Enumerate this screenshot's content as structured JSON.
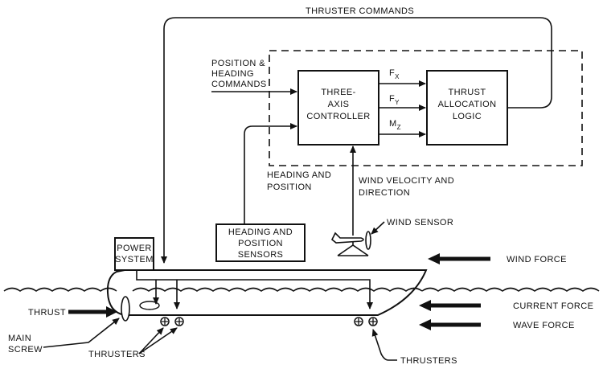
{
  "labels": {
    "thruster_commands": "THRUSTER COMMANDS",
    "position_heading_commands": [
      "POSITION &",
      "HEADING",
      "COMMANDS"
    ],
    "three_axis_controller": [
      "THREE-",
      "AXIS",
      "CONTROLLER"
    ],
    "thrust_allocation_logic": [
      "THRUST",
      "ALLOCATION",
      "LOGIC"
    ],
    "fx": {
      "main": "F",
      "sub": "X"
    },
    "fy": {
      "main": "F",
      "sub": "Y"
    },
    "mz": {
      "main": "M",
      "sub": "Z"
    },
    "heading_and_position": [
      "HEADING AND",
      "POSITION"
    ],
    "wind_velocity_direction": [
      "WIND VELOCITY AND",
      "DIRECTION"
    ],
    "wind_sensor": "WIND SENSOR",
    "heading_position_sensors": [
      "HEADING AND",
      "POSITION",
      "SENSORS"
    ],
    "power_system": [
      "POWER",
      "SYSTEM"
    ],
    "wind_force": "WIND FORCE",
    "current_force": "CURRENT FORCE",
    "wave_force": "WAVE FORCE",
    "thrust": "THRUST",
    "main_screw": [
      "MAIN",
      "SCREW"
    ],
    "thrusters_left": "THRUSTERS",
    "thrusters_right": "THRUSTERS"
  }
}
